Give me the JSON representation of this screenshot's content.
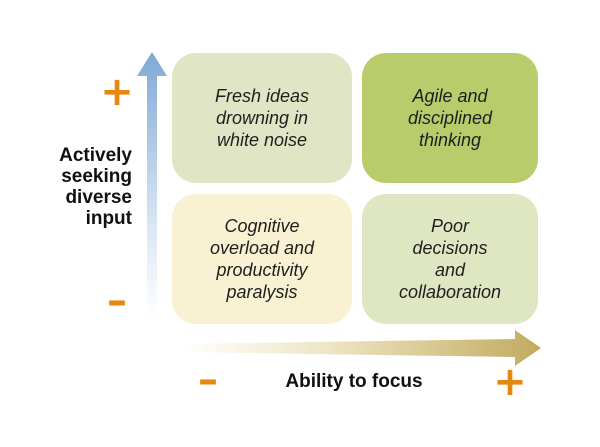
{
  "axes": {
    "y_label_lines": [
      "Actively",
      "seeking",
      "diverse",
      "input"
    ],
    "x_label": "Ability to focus",
    "y_high_symbol": "+",
    "y_low_symbol": "–",
    "x_low_symbol": "–",
    "x_high_symbol": "+"
  },
  "quadrants": {
    "top_left": [
      "Fresh ideas",
      "drowning in",
      "white noise"
    ],
    "top_right": [
      "Agile and",
      "disciplined",
      "thinking"
    ],
    "bottom_left": [
      "Cognitive",
      "overload and",
      "productivity",
      "paralysis"
    ],
    "bottom_right": [
      "Poor",
      "decisions",
      "and",
      "collaboration"
    ]
  },
  "colors": {
    "top_left": "#e0e6c5",
    "top_right": "#b9cc6b",
    "bottom_left": "#f8f1d2",
    "bottom_right": "#dfe6c2",
    "y_arrow": "#8fb3d9",
    "x_arrow": "#c7b26a",
    "signs": "#e6870e"
  }
}
